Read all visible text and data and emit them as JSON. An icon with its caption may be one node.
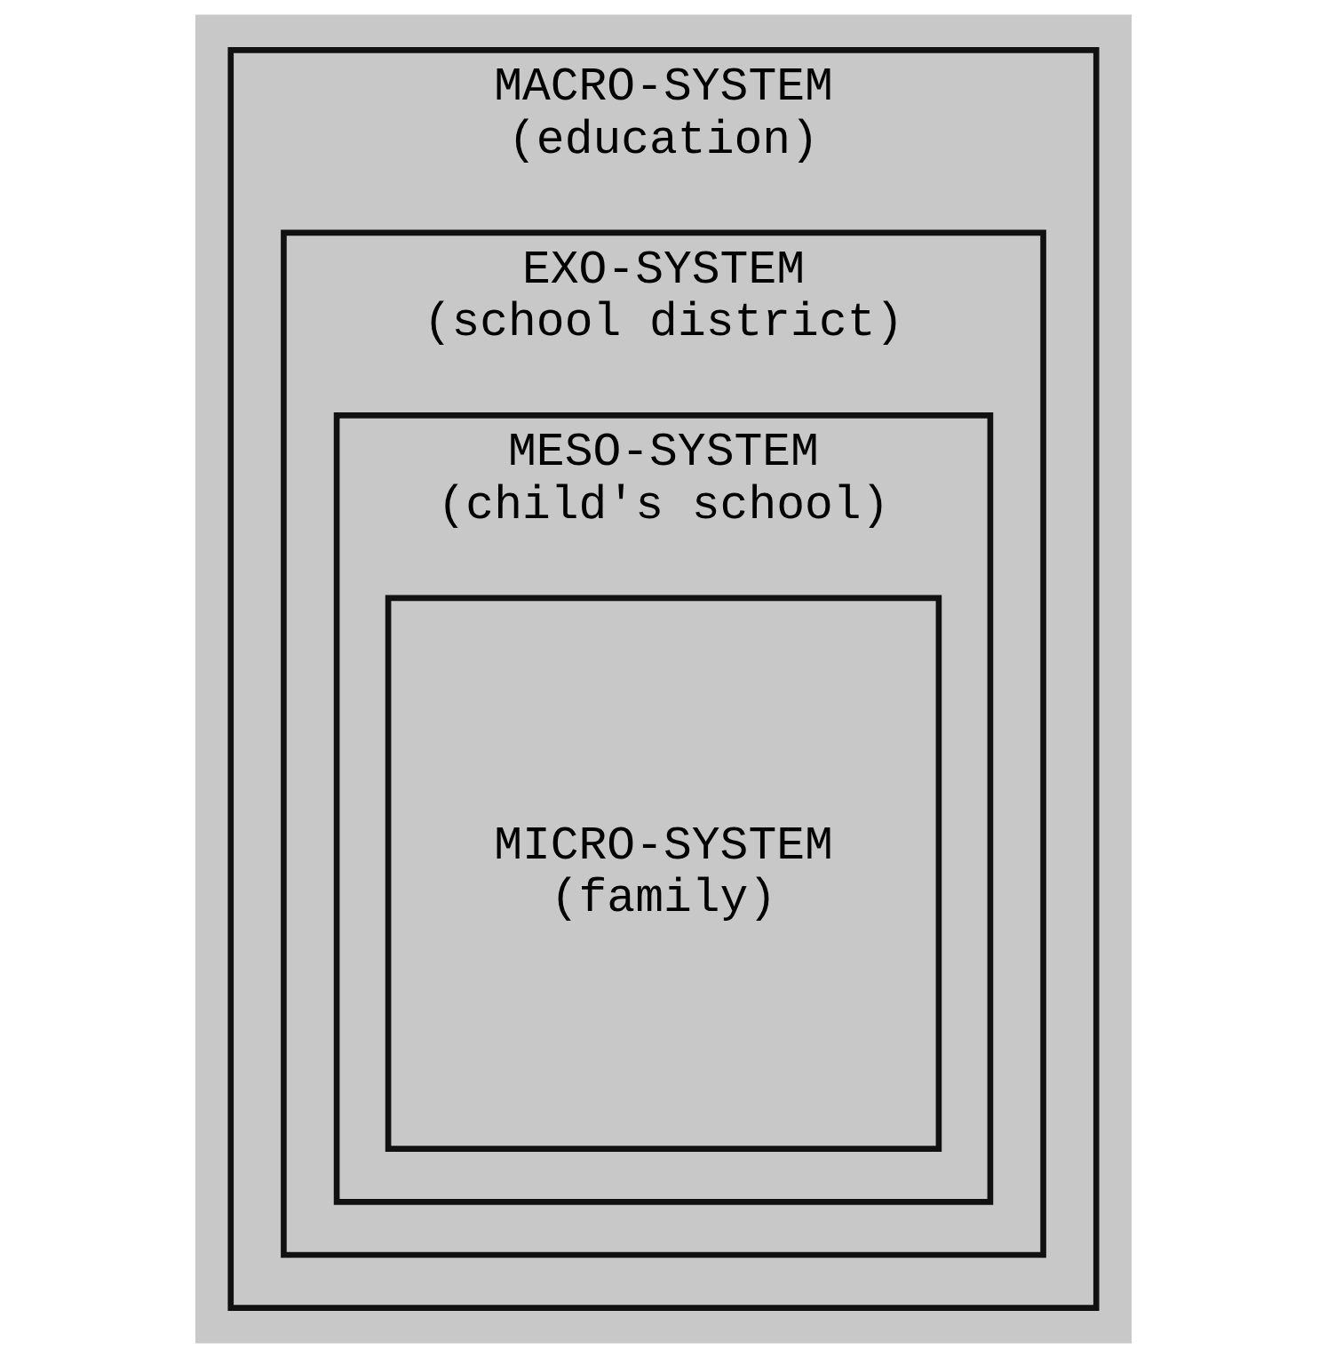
{
  "diagram": {
    "nodes": [
      {
        "text": [
          "MACRO-SYSTEM",
          "(education)"
        ]
      },
      {
        "text": [
          "EXO-SYSTEM",
          "(school district)"
        ],
        "in": 0
      },
      {
        "text": [
          "MESO-SYSTEM",
          "(child's school)"
        ],
        "in": 1
      },
      {
        "text": [
          "MICRO-SYSTEM",
          "(family)"
        ],
        "in": 2
      }
    ]
  }
}
